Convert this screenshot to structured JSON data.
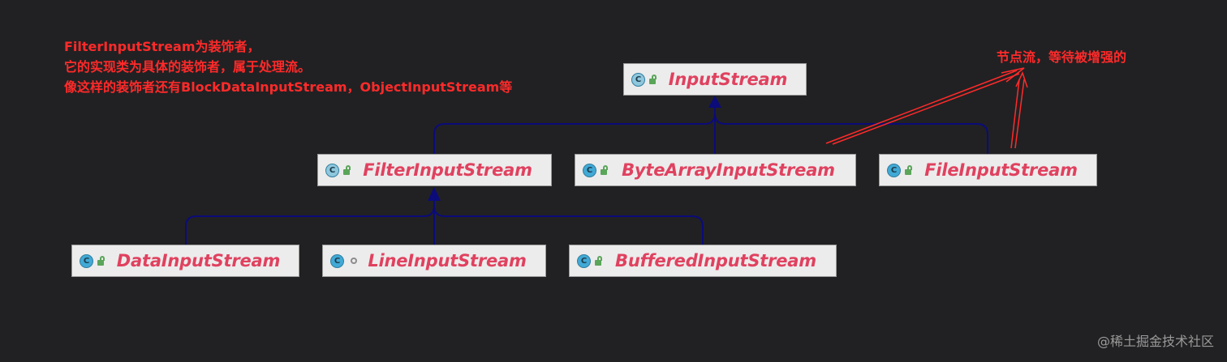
{
  "annotations": {
    "decorator_lines": [
      "FilterInputStream为装饰者，",
      "它的实现类为具体的装饰者，属于处理流。",
      "像这样的装饰者还有BlockDataInputStream，ObjectInputStream等"
    ],
    "node_stream_note": "节点流，等待被增强的"
  },
  "nodes": {
    "input_stream": {
      "label": "InputStream",
      "icon": "class-icon",
      "badge": "lock-icon"
    },
    "filter_input_stream": {
      "label": "FilterInputStream",
      "icon": "class-icon",
      "badge": "lock-icon"
    },
    "byte_array_input_stream": {
      "label": "ByteArrayInputStream",
      "icon": "class-icon",
      "badge": "lock-icon"
    },
    "file_input_stream": {
      "label": "FileInputStream",
      "icon": "class-icon",
      "badge": "lock-icon"
    },
    "data_input_stream": {
      "label": "DataInputStream",
      "icon": "class-icon",
      "badge": "lock-icon"
    },
    "line_input_stream": {
      "label": "LineInputStream",
      "icon": "class-icon",
      "badge": "dot-icon"
    },
    "buffered_input_stream": {
      "label": "BufferedInputStream",
      "icon": "class-icon",
      "badge": "lock-icon"
    }
  },
  "class_icon_letter": "C",
  "watermark": "@稀土掘金技术社区",
  "colors": {
    "background": "#212123",
    "node_fill": "#ececec",
    "node_label": "#e0415f",
    "inheritance_edge": "#0b0b7a",
    "annotation": "#ff2a2a"
  }
}
